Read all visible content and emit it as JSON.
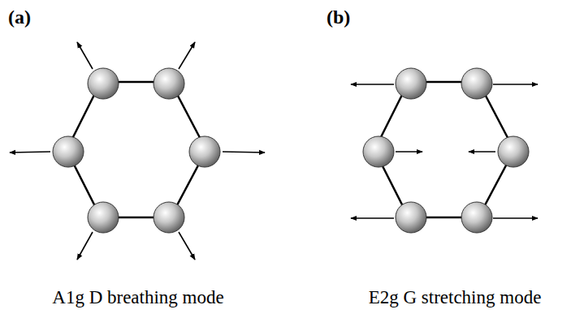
{
  "diagram": {
    "labels": [
      "(a)",
      "(b)",
      "A1g D breathing mode",
      "E2g G stretching mode"
    ]
  }
}
